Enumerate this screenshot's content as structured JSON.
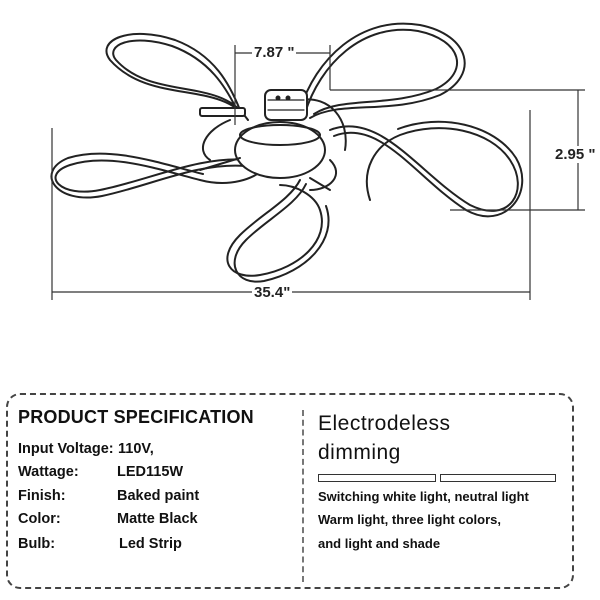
{
  "dimensions": {
    "width": "35.4\"",
    "arm": "7.87 \"",
    "height": "2.95 \""
  },
  "spec": {
    "title": "PRODUCT SPECIFICATION",
    "rows": [
      {
        "label": "Input Voltage:",
        "value": "110V,"
      },
      {
        "label": "Wattage:",
        "value": "LED115W"
      },
      {
        "label": "Finish:",
        "value": "Baked paint"
      },
      {
        "label": "Color:",
        "value": "Matte Black"
      },
      {
        "label": "Bulb:",
        "value": "Led Strip"
      }
    ]
  },
  "features": {
    "title_line1": "Electrodeless",
    "title_line2": "dimming",
    "lines": [
      "Switching white light, neutral light",
      "Warm light, three light colors,",
      "and light and shade"
    ]
  }
}
